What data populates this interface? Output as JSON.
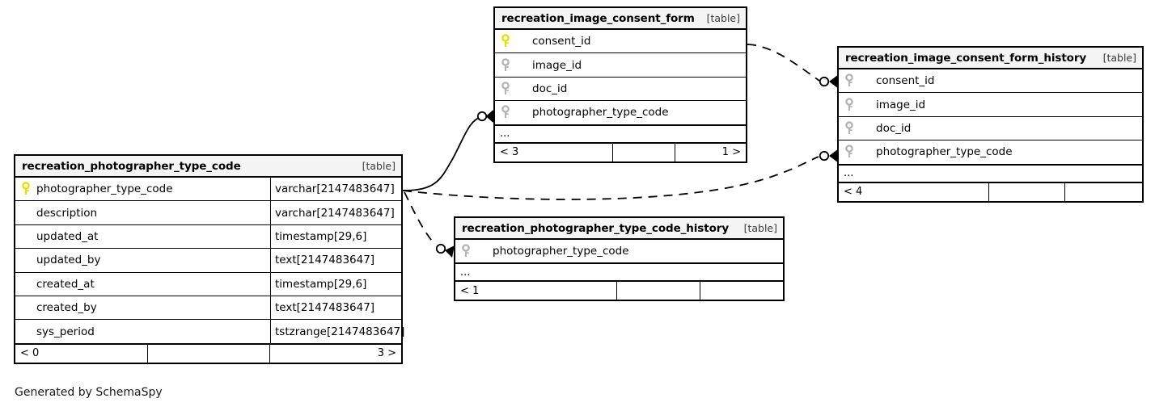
{
  "diagram": {
    "credit": "Generated by SchemaSpy",
    "table_tag": "[table]",
    "ellipsis": "...",
    "colors": {
      "pk_key": "#e8e800",
      "fk_key": "#b0b0b0",
      "border": "#000000",
      "header_bg": "#f4f4f4",
      "page_bg": "#ffffff"
    }
  },
  "tables": [
    {
      "id": "recreation_image_consent_form",
      "title": "recreation_image_consent_form",
      "tag": "[table]",
      "columns": [
        {
          "name": "consent_id",
          "key": "pk",
          "type": ""
        },
        {
          "name": "image_id",
          "key": "fk",
          "type": ""
        },
        {
          "name": "doc_id",
          "key": "fk",
          "type": ""
        },
        {
          "name": "photographer_type_code",
          "key": "fk",
          "type": ""
        }
      ],
      "has_ellipsis": true,
      "footer": [
        "< 3",
        "",
        "1 >"
      ]
    },
    {
      "id": "recreation_image_consent_form_history",
      "title": "recreation_image_consent_form_history",
      "tag": "[table]",
      "columns": [
        {
          "name": "consent_id",
          "key": "fk",
          "type": ""
        },
        {
          "name": "image_id",
          "key": "fk",
          "type": ""
        },
        {
          "name": "doc_id",
          "key": "fk",
          "type": ""
        },
        {
          "name": "photographer_type_code",
          "key": "fk",
          "type": ""
        }
      ],
      "has_ellipsis": true,
      "footer": [
        "< 4",
        "",
        ""
      ]
    },
    {
      "id": "recreation_photographer_type_code",
      "title": "recreation_photographer_type_code",
      "tag": "[table]",
      "columns": [
        {
          "name": "photographer_type_code",
          "key": "pk",
          "type": "varchar[2147483647]"
        },
        {
          "name": "description",
          "key": "none",
          "type": "varchar[2147483647]"
        },
        {
          "name": "updated_at",
          "key": "none",
          "type": "timestamp[29,6]"
        },
        {
          "name": "updated_by",
          "key": "none",
          "type": "text[2147483647]"
        },
        {
          "name": "created_at",
          "key": "none",
          "type": "timestamp[29,6]"
        },
        {
          "name": "created_by",
          "key": "none",
          "type": "text[2147483647]"
        },
        {
          "name": "sys_period",
          "key": "none",
          "type": "tstzrange[2147483647]"
        }
      ],
      "has_ellipsis": false,
      "footer": [
        "< 0",
        "",
        "3 >"
      ]
    },
    {
      "id": "recreation_photographer_type_code_history",
      "title": "recreation_photographer_type_code_history",
      "tag": "[table]",
      "columns": [
        {
          "name": "photographer_type_code",
          "key": "fk",
          "type": ""
        }
      ],
      "has_ellipsis": true,
      "footer": [
        "< 1",
        "",
        ""
      ]
    }
  ],
  "relationships": [
    {
      "from": "recreation_photographer_type_code",
      "to": "recreation_image_consent_form",
      "style": "solid",
      "notation": "zero-or-many"
    },
    {
      "from": "recreation_image_consent_form",
      "to": "recreation_image_consent_form_history",
      "style": "dashed",
      "notation": "zero-or-many"
    },
    {
      "from": "recreation_photographer_type_code",
      "to": "recreation_image_consent_form_history",
      "style": "dashed",
      "notation": "zero-or-many"
    },
    {
      "from": "recreation_photographer_type_code",
      "to": "recreation_photographer_type_code_history",
      "style": "dashed",
      "notation": "zero-or-many"
    }
  ]
}
